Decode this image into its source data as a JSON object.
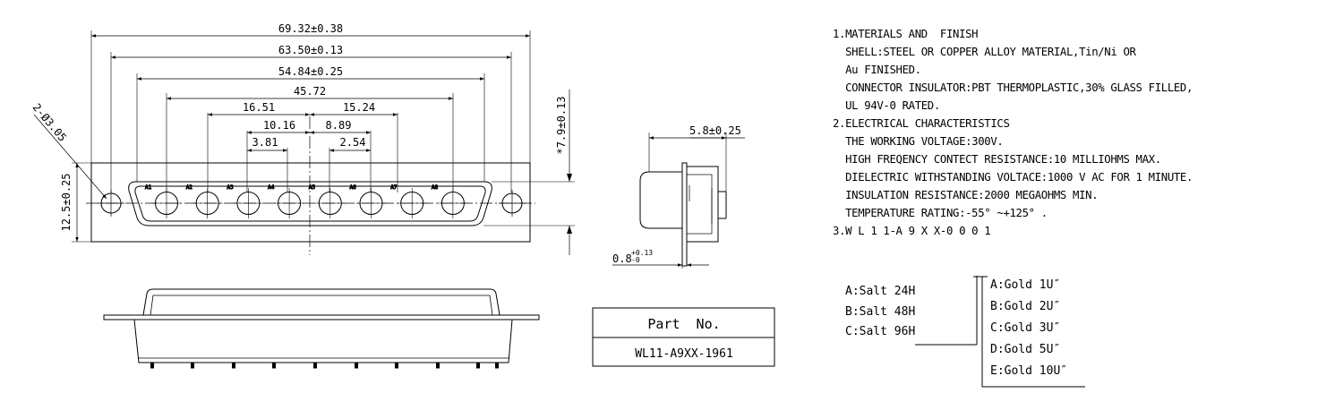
{
  "front_view": {
    "dim_overall": "69.32±0.38",
    "dim_mount_holes": "63.50±0.13",
    "dim_shell": "54.84±0.25",
    "dim_pin_span": "45.72",
    "dim_left_outer": "16.51",
    "dim_right_outer": "15.24",
    "dim_left_mid": "10.16",
    "dim_right_mid": "8.89",
    "dim_left_inner": "3.81",
    "dim_right_inner": "2.54",
    "dim_hole": "2-Ø3.05",
    "dim_height": "12.5±0.25",
    "dim_shell_height": "*7.9±0.13",
    "pin_labels": [
      "A1",
      "A2",
      "A3",
      "A4",
      "A5",
      "A6",
      "A7",
      "A8"
    ]
  },
  "side_view": {
    "dim_depth": "5.8±0.25",
    "dim_flange": "0.8",
    "dim_flange_tol_upper": "+0.13",
    "dim_flange_tol_lower": "-0"
  },
  "part_box": {
    "title": "Part  No.",
    "value": "WL11-A9XX-1961"
  },
  "notes": {
    "lines": [
      "1.MATERIALS AND  FINISH",
      "  SHELL:STEEL OR COPPER ALLOY MATERIAL,Tin/Ni OR",
      "  Au FINISHED.",
      "  CONNECTOR INSULATOR:PBT THERMOPLASTIC,30% GLASS FILLED,",
      "  UL 94V-0 RATED.",
      "2.ELECTRICAL CHARACTERISTICS",
      "  THE WORKING VOLTAGE:300V.",
      "  HIGH FREQENCY CONTECT RESISTANCE:10 MILLIOHMS MAX.",
      "  DIELECTRIC WITHSTANDING VOLTACE:1000 V AC FOR 1 MINUTE.",
      "  INSULATION RESISTANCE:2000 MEGAOHMS MIN.",
      "  TEMPERATURE RATING:-55° ~+125° ."
    ],
    "part_code": "3.W L 1 1-A 9 X X-0 0 0 1",
    "salt_options": [
      "A:Salt 24H",
      "B:Salt 48H",
      "C:Salt 96H"
    ],
    "gold_options": [
      "A:Gold 1U″",
      "B:Gold 2U″",
      "C:Gold 3U″",
      "D:Gold 5U″",
      "E:Gold 10U″"
    ]
  }
}
